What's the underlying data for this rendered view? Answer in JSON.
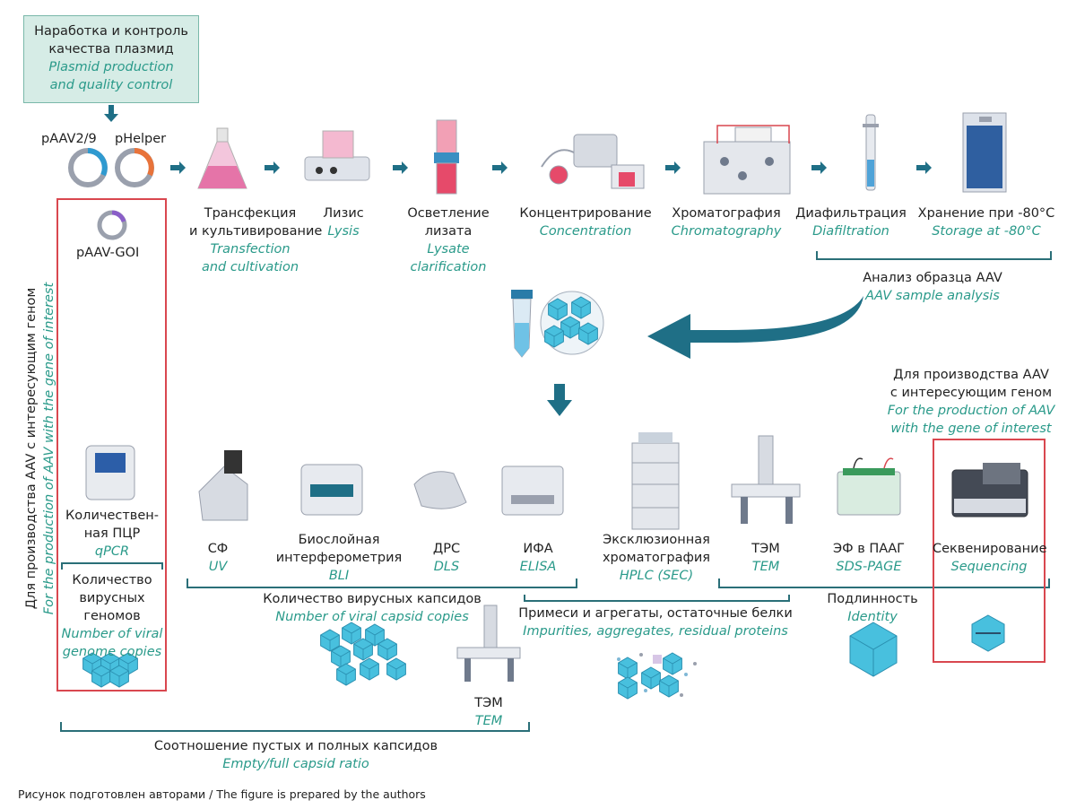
{
  "top_box": {
    "ru_1": "Наработка и контроль",
    "ru_2": "качества плазмид",
    "en_1": "Plasmid production",
    "en_2": "and quality control"
  },
  "plasmids": {
    "p1": "pAAV2/9",
    "p2": "pHelper",
    "p3": "pAAV-GOI"
  },
  "steps": [
    {
      "ru": "Трансфекция",
      "ru2": "и культивирование",
      "en": "Transfection",
      "en2": "and cultivation"
    },
    {
      "ru": "Лизис",
      "en": "Lysis"
    },
    {
      "ru": "Осветление",
      "ru2": "лизата",
      "en": "Lysate",
      "en2": "clarification"
    },
    {
      "ru": "Концентрирование",
      "en": "Concentration"
    },
    {
      "ru": "Хроматография",
      "en": "Chromatography"
    },
    {
      "ru": "Диафильтрация",
      "en": "Diafiltration"
    },
    {
      "ru": "Хранение при -80°C",
      "en": "Storage at -80°C"
    }
  ],
  "sample_analysis": {
    "ru": "Анализ образца AAV",
    "en": "AAV sample analysis"
  },
  "vertical": {
    "ru": "Для производства AAV с интересующим геном",
    "en": "For the production of AAV with the gene of interest"
  },
  "right_note": {
    "ru_1": "Для производства AAV",
    "ru_2": "с интересующим геном",
    "en_1": "For the production of AAV",
    "en_2": "with the gene of interest"
  },
  "qpcr": {
    "ru_1": "Количествен-",
    "ru_2": "ная ПЦР",
    "en": "qPCR"
  },
  "viral_genomes": {
    "ru_1": "Количество",
    "ru_2": "вирусных",
    "ru_3": "геномов",
    "en_1": "Number of viral",
    "en_2": "genome copies"
  },
  "methods": [
    {
      "ru": "СФ",
      "en": "UV"
    },
    {
      "ru": "Биослойная",
      "ru2": "интерферометрия",
      "en": "BLI"
    },
    {
      "ru": "ДРС",
      "en": "DLS"
    },
    {
      "ru": "ИФА",
      "en": "ELISA"
    },
    {
      "ru": "Эксклюзионная",
      "ru2": "хроматография",
      "en": "HPLC (SEC)"
    },
    {
      "ru": "ТЭМ",
      "en": "TEM"
    },
    {
      "ru": "ЭФ в ПААГ",
      "en": "SDS-PAGE"
    },
    {
      "ru": "Секвенирование",
      "en": "Sequencing"
    }
  ],
  "capsid_count": {
    "ru": "Количество вирусных капсидов",
    "en": "Number of viral capsid copies"
  },
  "impurities": {
    "ru": "Примеси и агрегаты, остаточные белки",
    "en": "Impurities, aggregates, residual proteins"
  },
  "identity": {
    "ru": "Подлинность",
    "en": "Identity"
  },
  "tem2": {
    "ru": "ТЭМ",
    "en": "TEM"
  },
  "ratio": {
    "ru": "Соотношение пустых и полных капсидов",
    "en": "Empty/full capsid ratio"
  },
  "caption": "Рисунок подготовлен авторами / The figure is prepared by the authors",
  "colors": {
    "arrow": "#1f6f86",
    "accent_text": "#2a9a8a",
    "red_box": "#d9474f",
    "capsid": "#3fb8d8",
    "bracket": "#2a6f78"
  }
}
